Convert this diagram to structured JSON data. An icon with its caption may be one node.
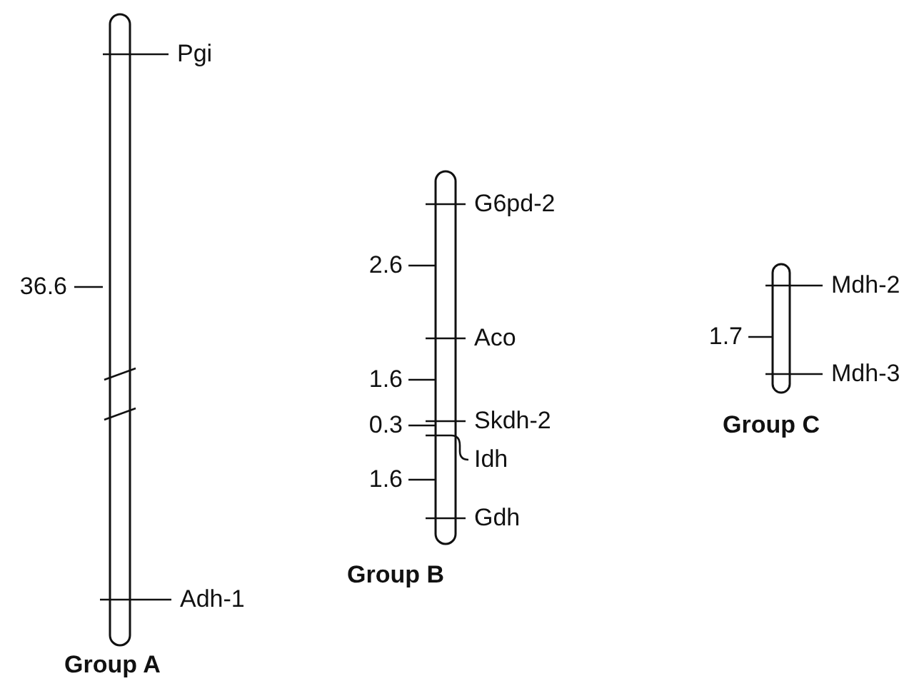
{
  "diagram": {
    "nodes": [
      {
        "text": [],
        "shape": "bar",
        "beside": [
          "Pgi",
          "36.6",
          "Adh-1",
          "Group A"
        ]
      },
      {
        "text": [],
        "shape": "bar",
        "beside": [
          "G6pd-2",
          "2.6",
          "Aco",
          "1.6",
          "Skdh-2",
          "0.3",
          "Idh",
          "1.6",
          "Gdh",
          "Group B"
        ]
      },
      {
        "text": [],
        "shape": "bar",
        "beside": [
          "Mdh-2",
          "1.7",
          "Mdh-3",
          "Group C"
        ]
      }
    ]
  }
}
